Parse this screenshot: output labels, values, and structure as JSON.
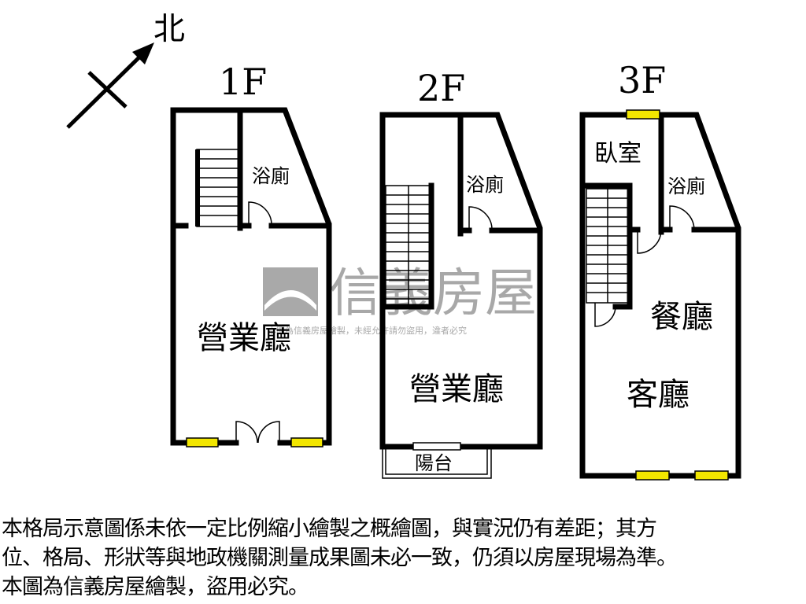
{
  "compass": {
    "north_label": "北"
  },
  "floors": [
    {
      "name": "1F",
      "rooms": [
        "浴廁",
        "營業廳"
      ]
    },
    {
      "name": "2F",
      "rooms": [
        "浴廁",
        "營業廳",
        "陽台"
      ]
    },
    {
      "name": "3F",
      "rooms": [
        "臥室",
        "浴廁",
        "餐廳",
        "客廳"
      ]
    }
  ],
  "watermark": {
    "brand": "信義房屋",
    "notice": "本圖為信義房屋繪製，未經允許請勿盜用，違者必究"
  },
  "disclaimer": [
    "本格局示意圖係未依一定比例縮小繪製之概繪圖，與實況仍有差距；其方",
    "位、格局、形狀等與地政機關測量成果圖未必一致，仍須以房屋現場為準。",
    "本圖為信義房屋繪製，盜用必究。"
  ],
  "colors": {
    "wall": "#000000",
    "window": "#f2e600",
    "watermark": "#9a9a9a"
  }
}
